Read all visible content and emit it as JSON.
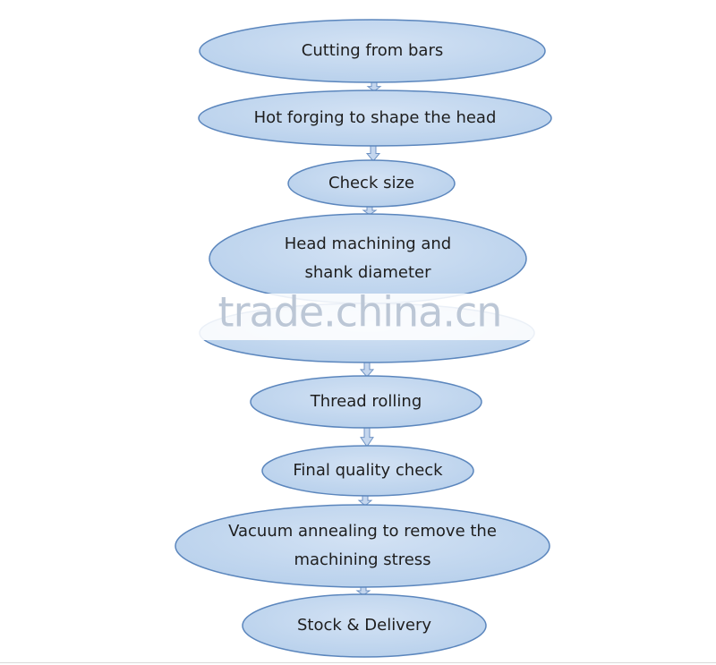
{
  "steps": [
    {
      "lines": [
        "Cutting from bars"
      ]
    },
    {
      "lines": [
        "Hot forging to shape the head"
      ]
    },
    {
      "lines": [
        "Check size"
      ]
    },
    {
      "lines": [
        "Head machining and",
        "shank diameter"
      ]
    },
    {
      "lines": [
        ""
      ]
    },
    {
      "lines": [
        "Thread rolling"
      ]
    },
    {
      "lines": [
        "Final quality check"
      ]
    },
    {
      "lines": [
        "Vacuum annealing to remove the",
        "machining stress"
      ]
    },
    {
      "lines": [
        "Stock & Delivery"
      ]
    }
  ],
  "watermark": "trade.china.cn",
  "colors": {
    "node_fill": "#b9d1ec",
    "node_stroke": "#5b86bd",
    "arrow_fill": "#c4d6ee",
    "arrow_stroke": "#6f93c4"
  }
}
